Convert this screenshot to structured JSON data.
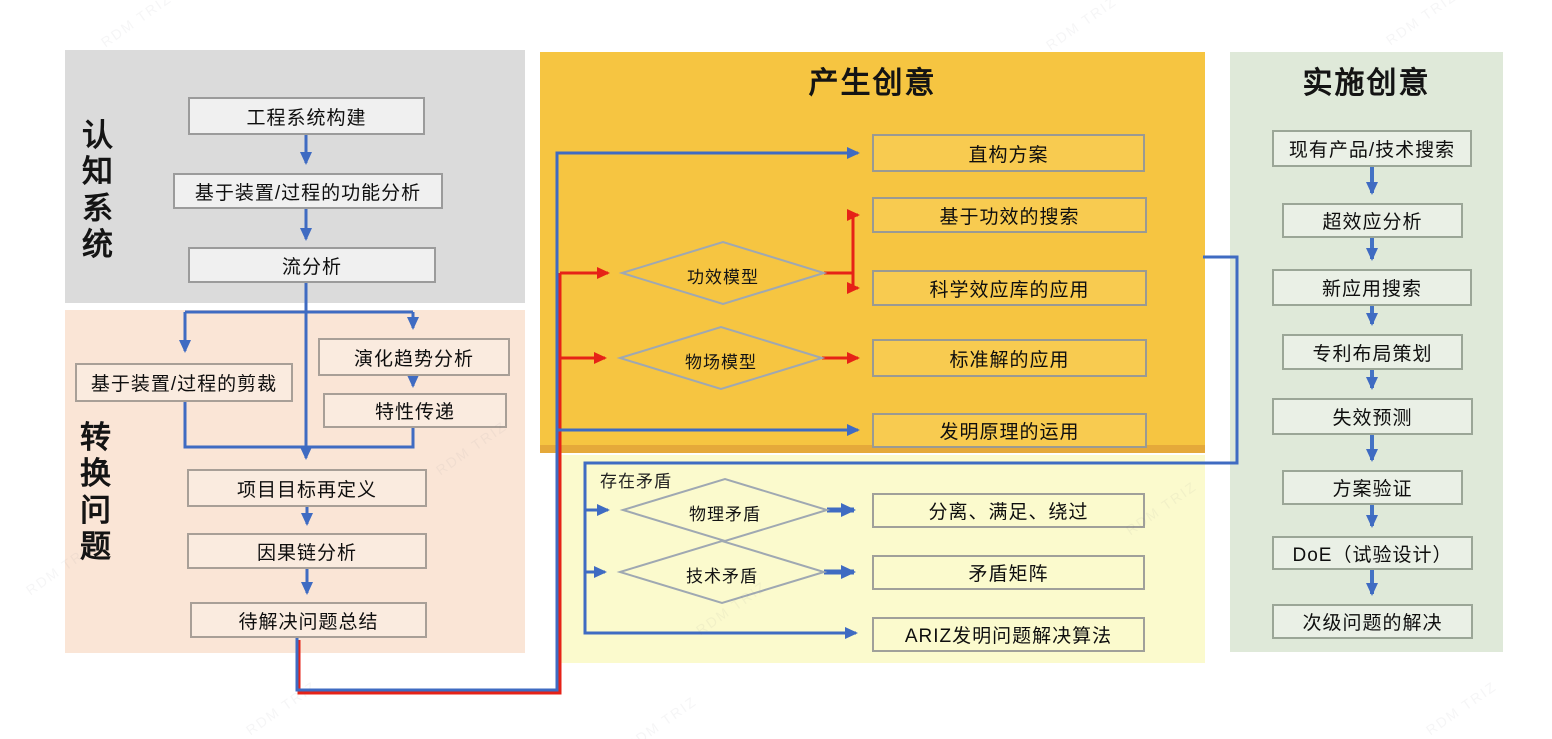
{
  "panels": {
    "cognition": {
      "title": "认知系统",
      "boxes": [
        "工程系统构建",
        "基于装置/过程的功能分析",
        "流分析"
      ]
    },
    "transform": {
      "title": "转换问题",
      "boxes": [
        "基于装置/过程的剪裁",
        "演化趋势分析",
        "特性传递",
        "项目目标再定义",
        "因果链分析",
        "待解决问题总结"
      ]
    },
    "generate": {
      "title": "产生创意",
      "boxes": [
        "直构方案",
        "基于功效的搜索",
        "科学效应库的应用",
        "标准解的应用",
        "发明原理的运用"
      ],
      "diamonds": [
        "功效模型",
        "物场模型"
      ]
    },
    "contradiction": {
      "label": "存在矛盾",
      "diamonds": [
        "物理矛盾",
        "技术矛盾"
      ],
      "boxes": [
        "分离、满足、绕过",
        "矛盾矩阵",
        "ARIZ发明问题解决算法"
      ]
    },
    "implement": {
      "title": "实施创意",
      "boxes": [
        "现有产品/技术搜索",
        "超效应分析",
        "新应用搜索",
        "专利布局策划",
        "失效预测",
        "方案验证",
        "DoE（试验设计）",
        "次级问题的解决"
      ]
    }
  },
  "colors": {
    "blue": "#3f6bc2",
    "red": "#e62217",
    "panel_gray": "#dbdbdb",
    "panel_peach": "#fae5d6",
    "panel_orange": "#f6c541",
    "panel_yellow": "#fbfacd",
    "panel_green": "#dfe9d9"
  },
  "watermark": {
    "text": "RDM TRIZ"
  }
}
